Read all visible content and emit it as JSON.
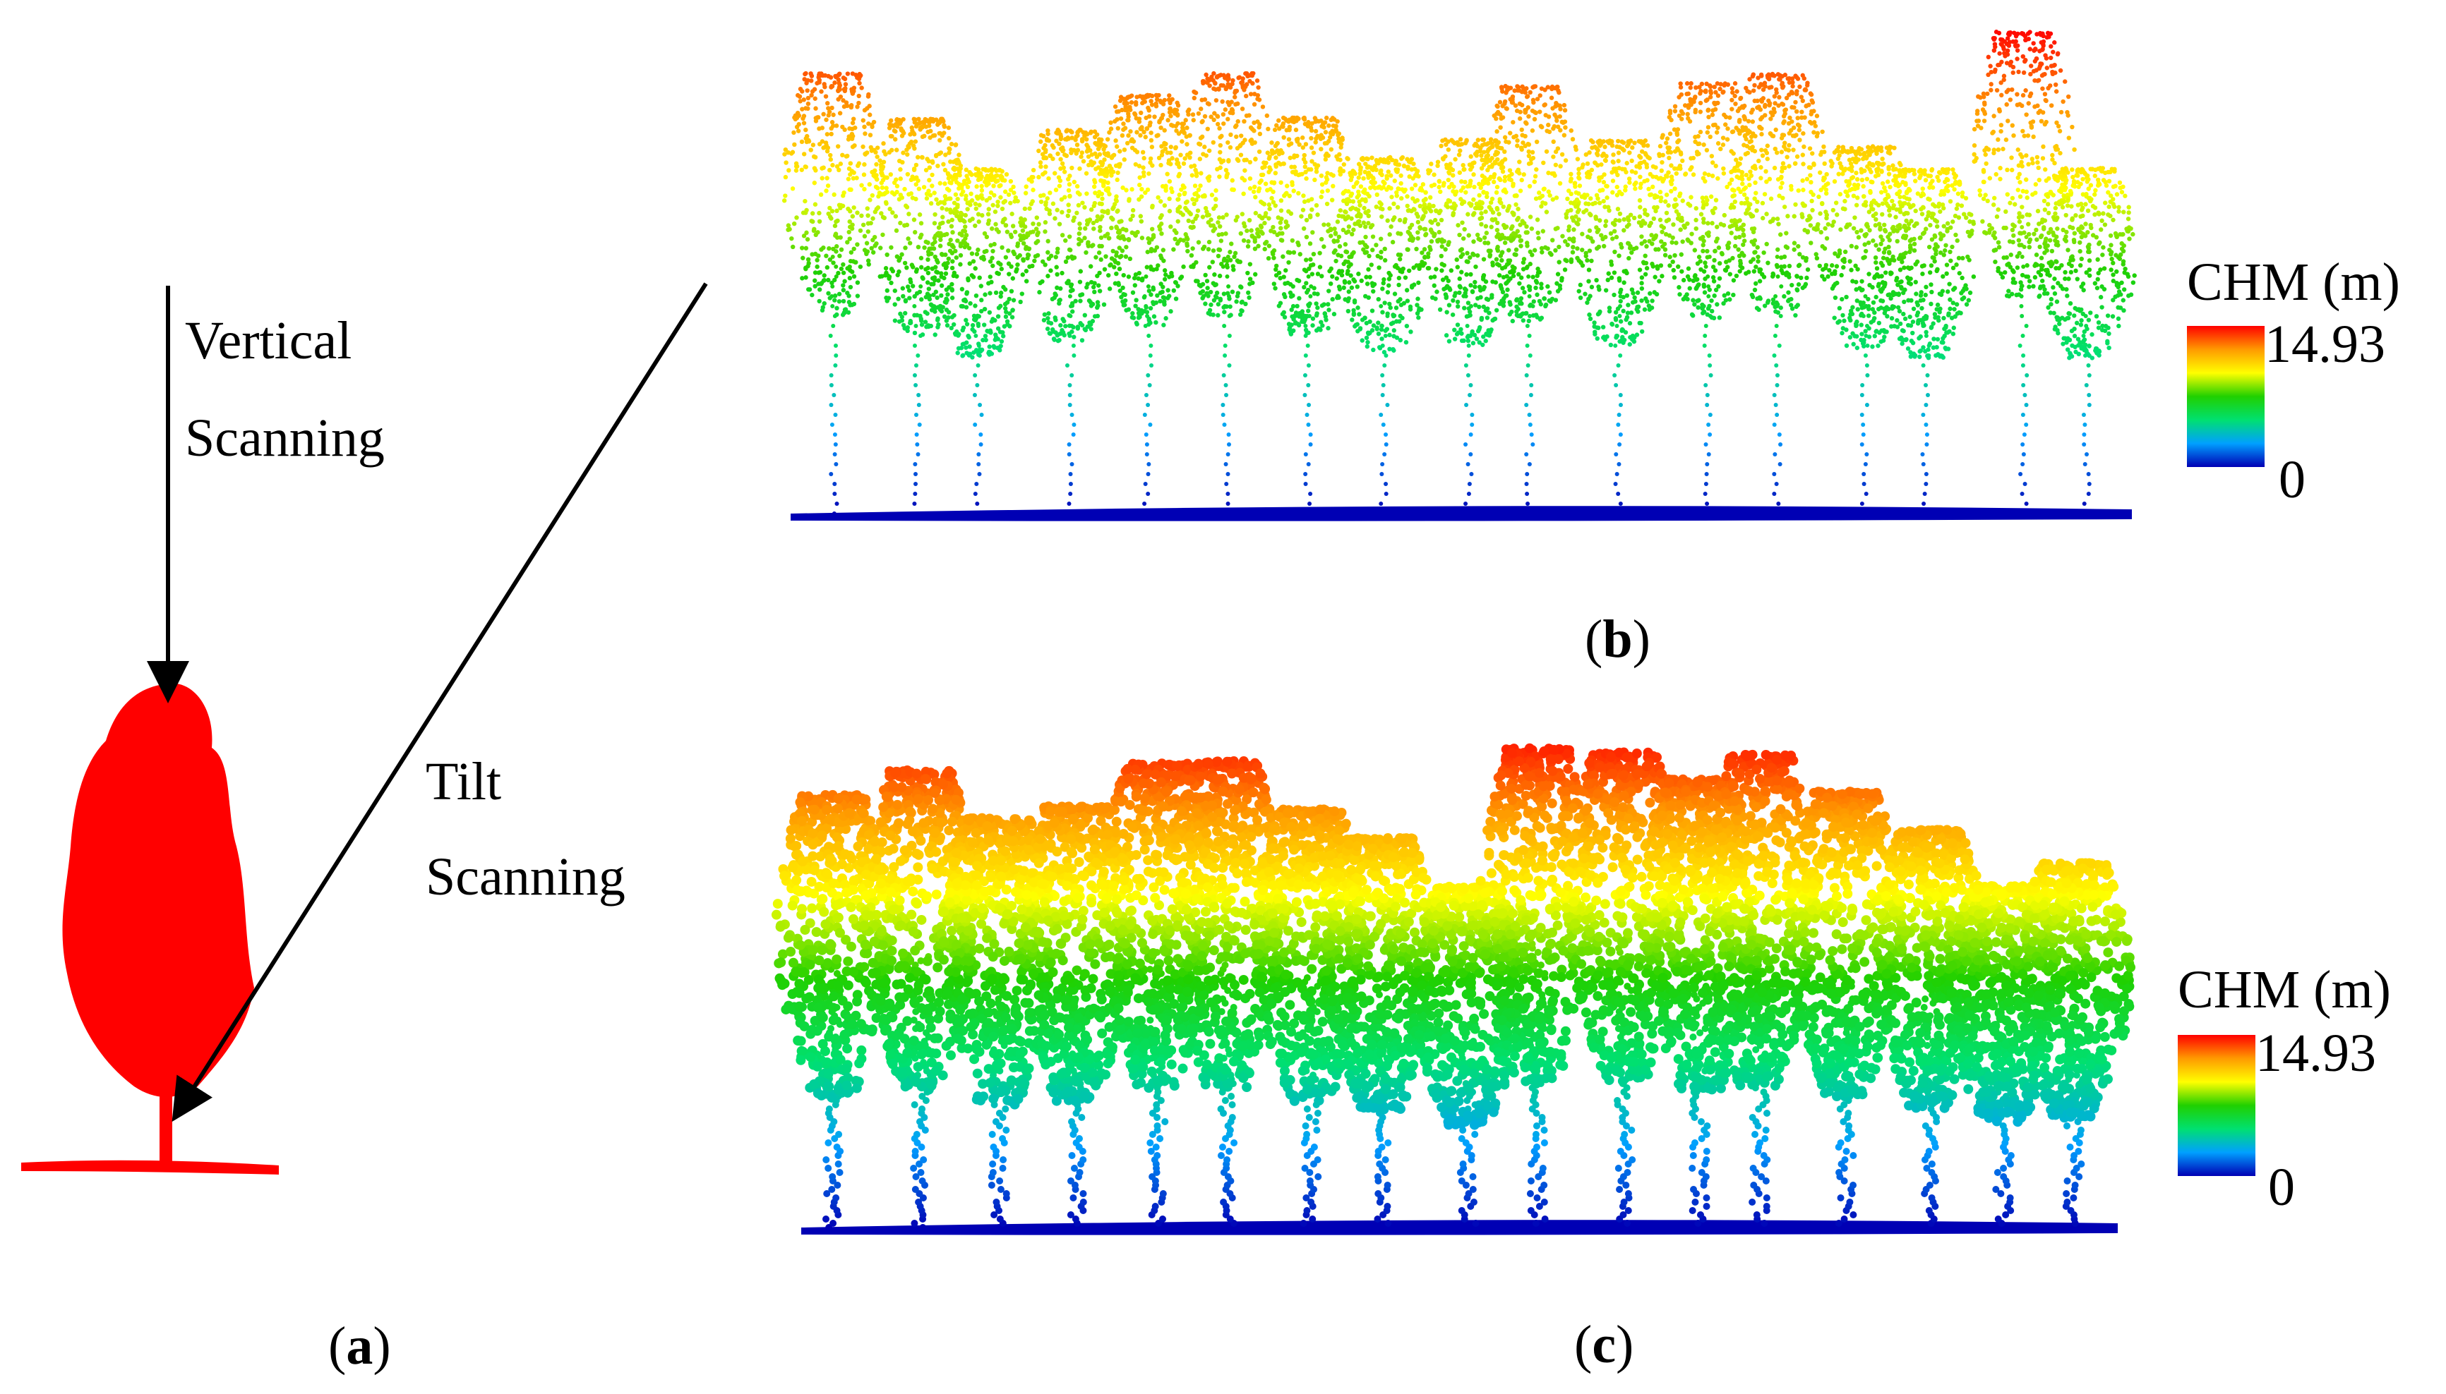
{
  "panel_a": {
    "vertical_label_line1": "Vertical",
    "vertical_label_line2": "Scanning",
    "tilt_label_line1": "Tilt",
    "tilt_label_line2": "Scanning",
    "caption_open": "(",
    "caption_letter": "a",
    "caption_close": ")",
    "tree_color": "#ff0000",
    "arrow_icon": "arrow-icon"
  },
  "panel_b": {
    "caption_open": "(",
    "caption_letter": "b",
    "caption_close": ")",
    "legend_title": "CHM (m)",
    "legend_max": "14.93",
    "legend_min": "0"
  },
  "panel_c": {
    "caption_open": "(",
    "caption_letter": "c",
    "caption_close": ")",
    "legend_title": "CHM (m)",
    "legend_max": "14.93",
    "legend_min": "0"
  },
  "colormap": [
    "#0000b4",
    "#00a0ff",
    "#00e070",
    "#20d000",
    "#ffff00",
    "#ff9a00",
    "#ff0000"
  ]
}
